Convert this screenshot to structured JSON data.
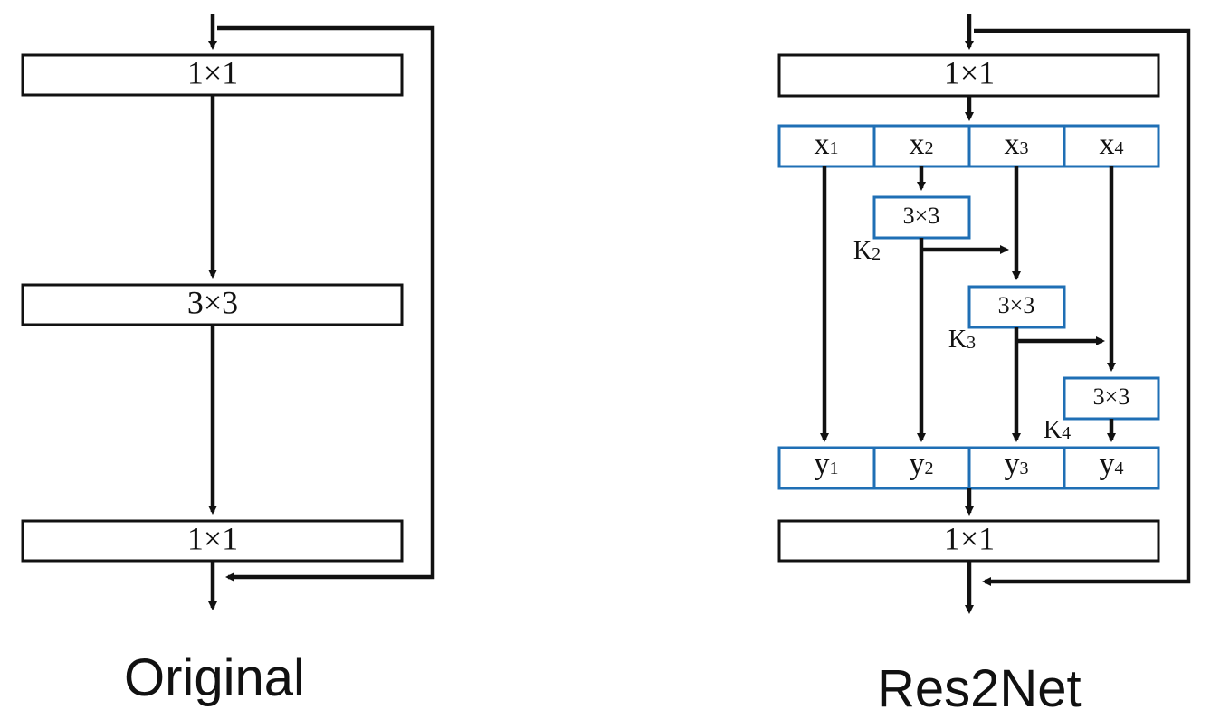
{
  "original": {
    "caption": "Original",
    "top_conv": "1×1",
    "mid_conv": "3×3",
    "bottom_conv": "1×1"
  },
  "res2net": {
    "caption": "Res2Net",
    "top_conv": "1×1",
    "bottom_conv": "1×1",
    "splits_x": [
      "x1",
      "x2",
      "x3",
      "x4"
    ],
    "splits_y": [
      "y1",
      "y2",
      "y3",
      "y4"
    ],
    "group_convs": [
      {
        "label": "3×3",
        "k": "K2"
      },
      {
        "label": "3×3",
        "k": "K3"
      },
      {
        "label": "3×3",
        "k": "K4"
      }
    ]
  },
  "colors": {
    "box_border": "#111111",
    "split_border": "#1f6fb5",
    "arrow": "#111111"
  }
}
